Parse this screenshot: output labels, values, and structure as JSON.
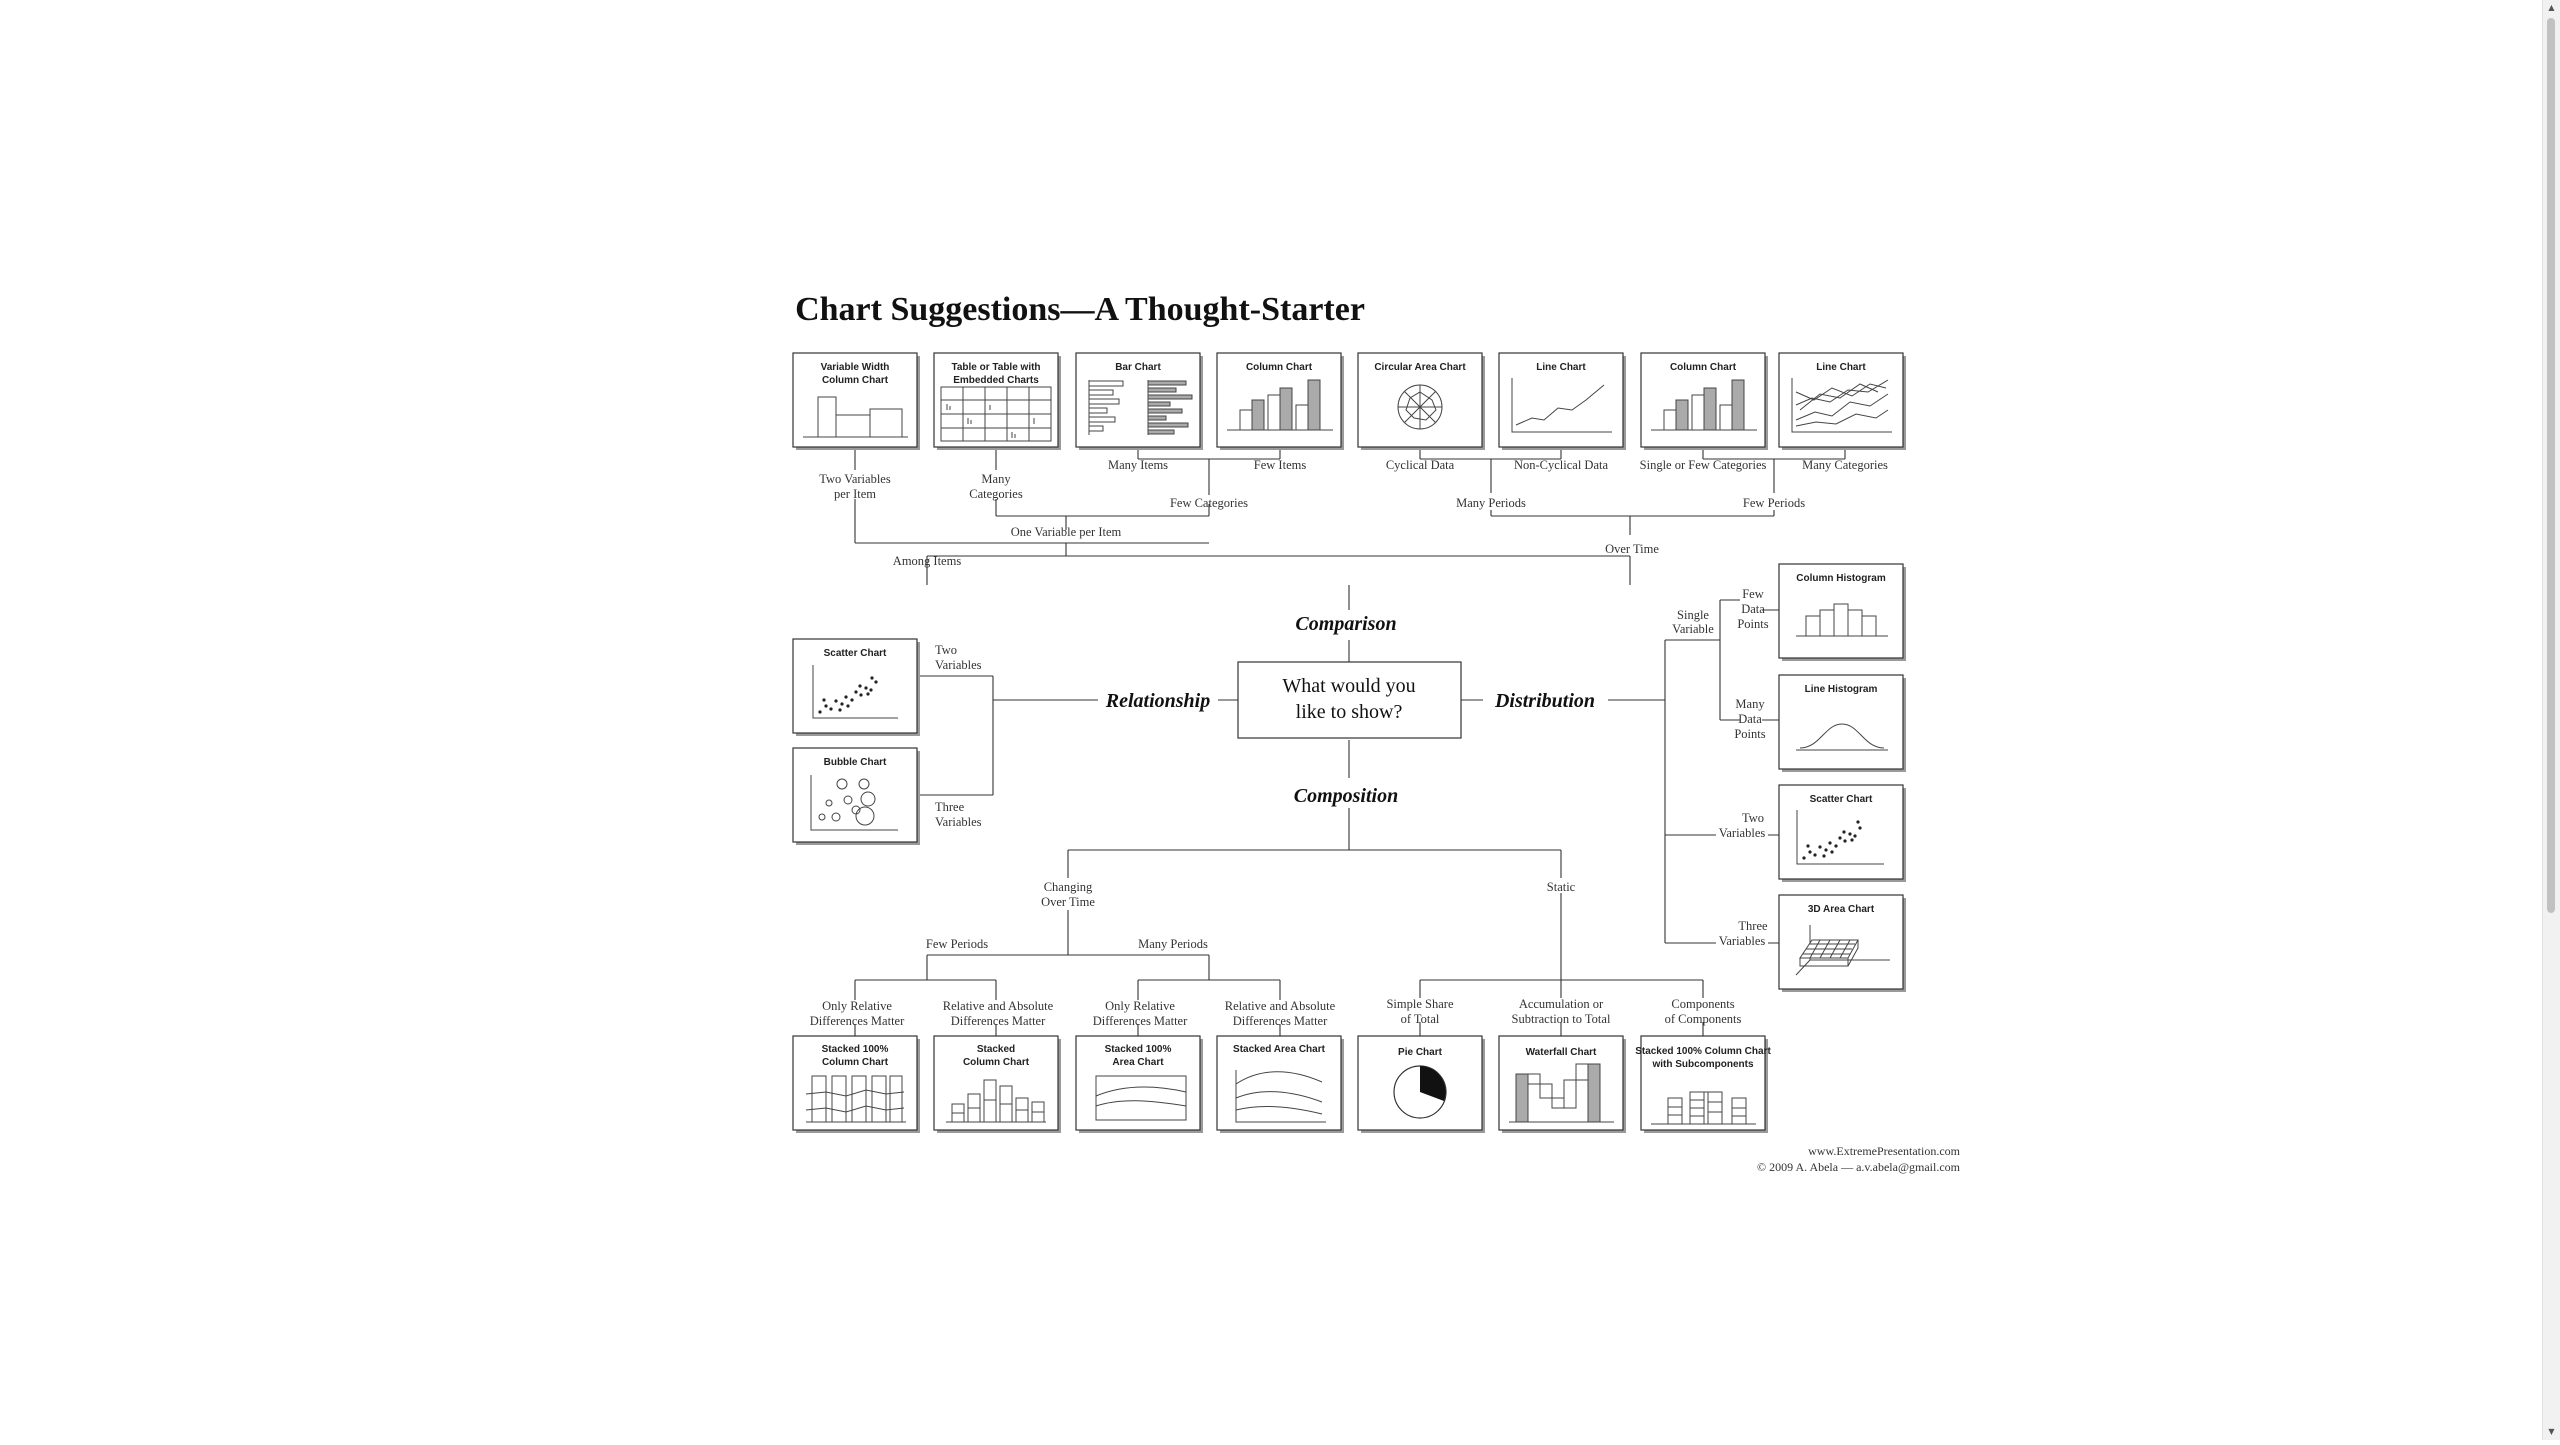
{
  "title": "Chart Suggestions—A Thought-Starter",
  "center": {
    "line1": "What would you",
    "line2": "like to show?"
  },
  "categories": {
    "comparison": "Comparison",
    "relationship": "Relationship",
    "distribution": "Distribution",
    "composition": "Composition"
  },
  "cards": {
    "variable_width": [
      "Variable Width",
      "Column Chart"
    ],
    "table_embedded": [
      "Table or Table with",
      "Embedded Charts"
    ],
    "bar_chart": [
      "Bar Chart"
    ],
    "column_chart_1": [
      "Column Chart"
    ],
    "circular_area": [
      "Circular Area Chart"
    ],
    "line_chart_1": [
      "Line Chart"
    ],
    "column_chart_2": [
      "Column Chart"
    ],
    "line_chart_2": [
      "Line Chart"
    ],
    "scatter_rel": [
      "Scatter Chart"
    ],
    "bubble": [
      "Bubble Chart"
    ],
    "column_histogram": [
      "Column Histogram"
    ],
    "line_histogram": [
      "Line Histogram"
    ],
    "scatter_dist": [
      "Scatter Chart"
    ],
    "area_3d": [
      "3D Area Chart"
    ],
    "stacked100_col": [
      "Stacked 100%",
      "Column Chart"
    ],
    "stacked_col": [
      "Stacked",
      "Column Chart"
    ],
    "stacked100_area": [
      "Stacked 100%",
      "Area Chart"
    ],
    "stacked_area": [
      "Stacked Area Chart"
    ],
    "pie": [
      "Pie Chart"
    ],
    "waterfall": [
      "Waterfall Chart"
    ],
    "stacked100_sub": [
      "Stacked 100% Column Chart",
      "with Subcomponents"
    ]
  },
  "labels": {
    "two_vars_per_item": [
      "Two Variables",
      "per Item"
    ],
    "many_categories_1": [
      "Many",
      "Categories"
    ],
    "many_items": "Many Items",
    "few_items": "Few Items",
    "cyclical": "Cyclical Data",
    "non_cyclical": "Non-Cyclical Data",
    "single_few_categories": "Single or Few Categories",
    "many_categories_2": "Many Categories",
    "few_categories": "Few Categories",
    "many_periods_top": "Many Periods",
    "few_periods_top": "Few Periods",
    "one_var_per_item": "One Variable per Item",
    "among_items": "Among Items",
    "over_time": "Over Time",
    "two_variables_rel": [
      "Two",
      "Variables"
    ],
    "three_variables_rel": [
      "Three",
      "Variables"
    ],
    "single_variable": [
      "Single",
      "Variable"
    ],
    "few_data_points": [
      "Few",
      "Data",
      "Points"
    ],
    "many_data_points": [
      "Many",
      "Data",
      "Points"
    ],
    "two_variables_dist": [
      "Two",
      "Variables"
    ],
    "three_variables_dist": [
      "Three",
      "Variables"
    ],
    "changing_over_time": [
      "Changing",
      "Over Time"
    ],
    "static": "Static",
    "few_periods_bottom": "Few Periods",
    "many_periods_bottom": "Many Periods",
    "only_relative_1": [
      "Only Relative",
      "Differences Matter"
    ],
    "relative_absolute_1": [
      "Relative and Absolute",
      "Differences Matter"
    ],
    "only_relative_2": [
      "Only Relative",
      "Differences Matter"
    ],
    "relative_absolute_2": [
      "Relative and Absolute",
      "Differences Matter"
    ],
    "simple_share": [
      "Simple Share",
      "of Total"
    ],
    "accumulation": [
      "Accumulation or",
      "Subtraction to Total"
    ],
    "components": [
      "Components",
      "of Components"
    ]
  },
  "credits": {
    "line1": "www.ExtremePresentation.com",
    "line2": "© 2009  A. Abela — a.v.abela@gmail.com"
  }
}
